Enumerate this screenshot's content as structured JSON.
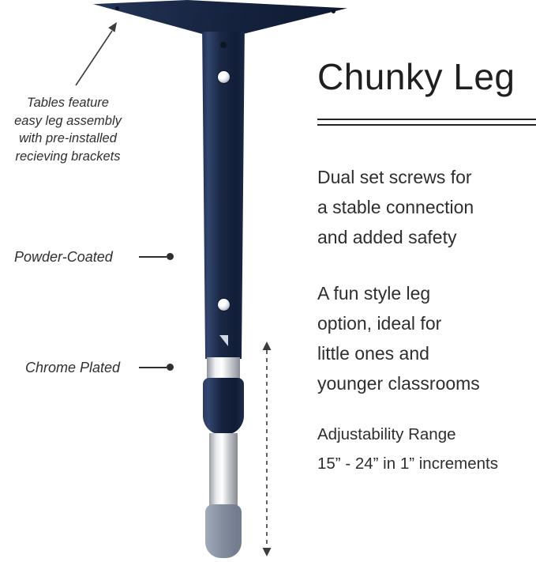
{
  "title": "Chunky Leg",
  "callouts": {
    "assembly": "Tables feature\neasy leg assembly\nwith pre-installed\nrecieving brackets",
    "powder_coated": "Powder-Coated",
    "chrome_plated": "Chrome Plated"
  },
  "features": {
    "dual_screws": "Dual set screws for\na stable connection\nand added safety",
    "style": "A fun style leg\noption, ideal for\nlittle ones and\nyounger classrooms",
    "adjustability": "Adjustability Range\n15” - 24” in 1” increments"
  },
  "colors": {
    "navy": "#16233f",
    "chrome": "#e8eaec",
    "foot_gray": "#848e9f",
    "text": "#2f2f2f"
  }
}
